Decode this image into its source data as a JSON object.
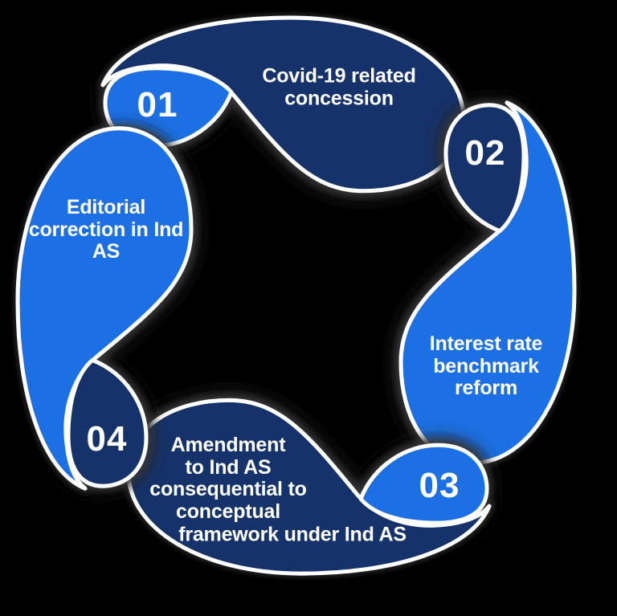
{
  "diagram": {
    "type": "cycle-infographic",
    "items": [
      {
        "number": "01",
        "label": "Covid-19 related concession",
        "lines": [
          "Covid-19 related",
          "concession"
        ]
      },
      {
        "number": "02",
        "label": "Interest rate benchmark reform",
        "lines": [
          "Interest rate",
          "benchmark",
          "reform"
        ]
      },
      {
        "number": "03",
        "label": "Amendment to Ind AS consequential to conceptual framework under Ind AS",
        "lines": [
          "Amendment",
          "to Ind AS",
          "consequential to",
          "conceptual",
          "framework under Ind AS"
        ]
      },
      {
        "number": "04",
        "label": "Editorial correction in Ind AS",
        "lines": [
          "Editorial",
          "correction in Ind",
          "AS"
        ]
      }
    ],
    "colors": {
      "dark_blue": "#14316B",
      "bright_blue": "#1E6FE3",
      "outline": "#FFFFFF",
      "background": "#000000",
      "glow": "#333333"
    }
  }
}
